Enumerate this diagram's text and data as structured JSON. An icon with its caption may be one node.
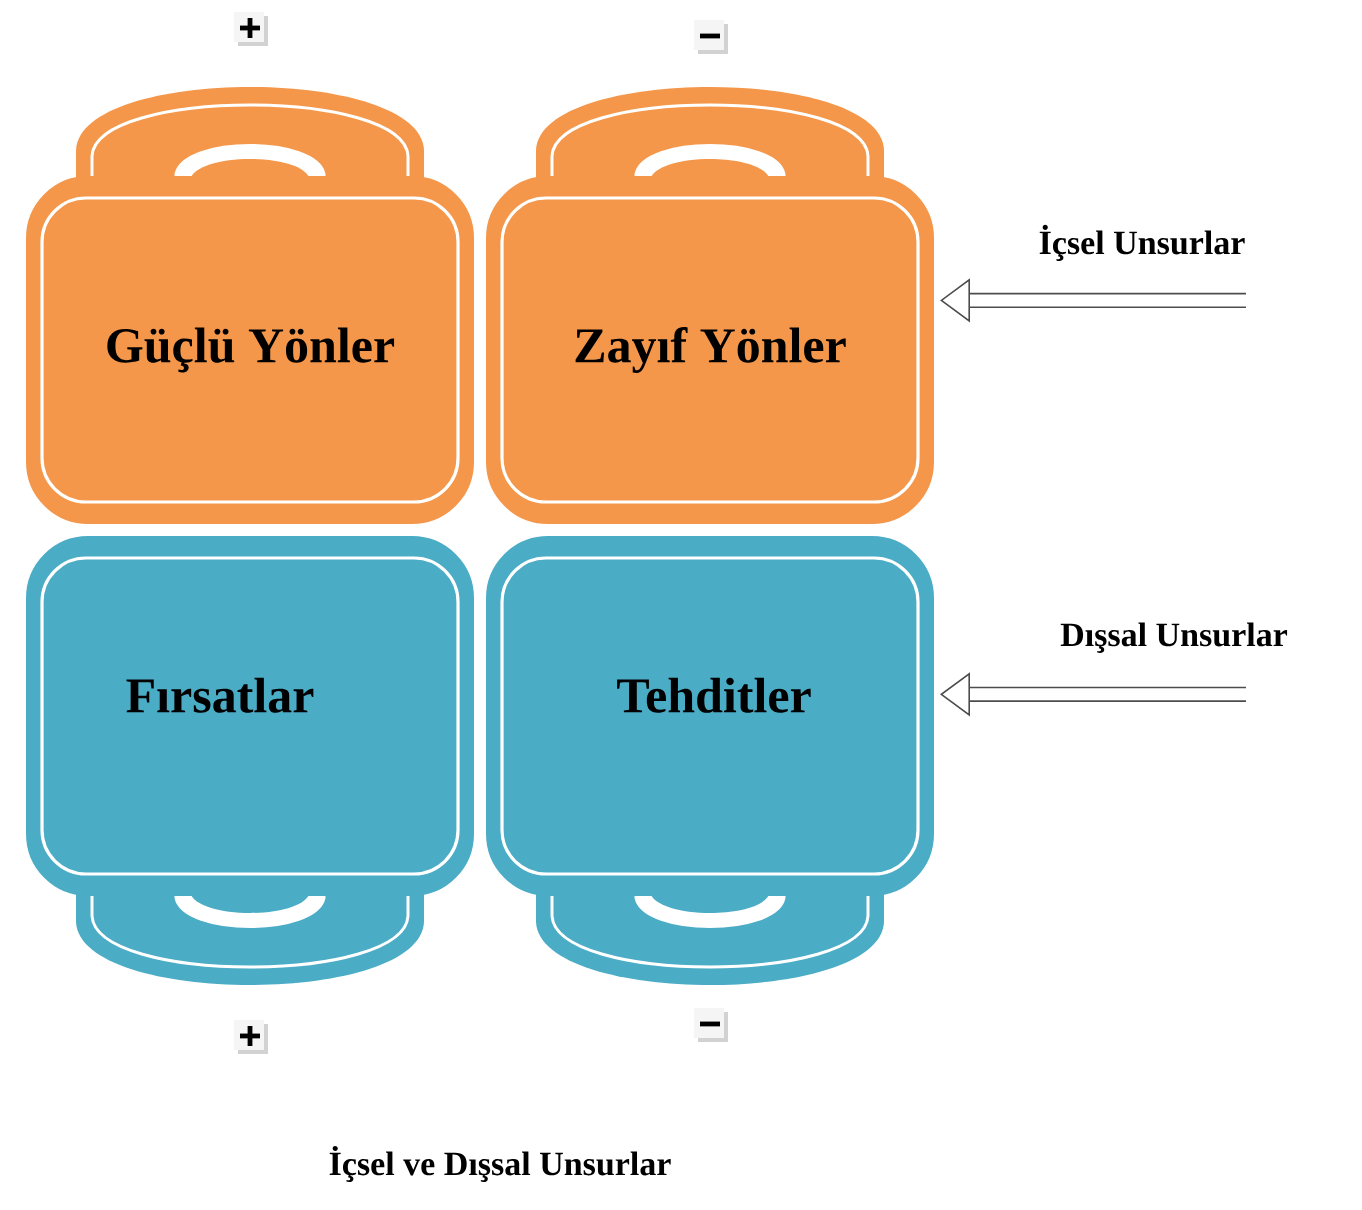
{
  "diagram": {
    "caption": "İçsel ve Dışsal Unsurlar",
    "nodes": [
      {
        "text": [
          "Güçlü Yönler"
        ]
      },
      {
        "text": [
          "Zayıf Yönler"
        ]
      },
      {
        "text": [
          "Fırsatlar"
        ]
      },
      {
        "text": [
          "Tehditler"
        ]
      },
      {
        "text": [
          "İçsel Unsurlar"
        ]
      },
      {
        "text": [
          "Dışsal Unsurlar"
        ]
      }
    ],
    "edges": [
      {
        "from": 4,
        "to": 1,
        "arrow": "to"
      },
      {
        "from": 5,
        "to": 3,
        "arrow": "to"
      }
    ]
  }
}
